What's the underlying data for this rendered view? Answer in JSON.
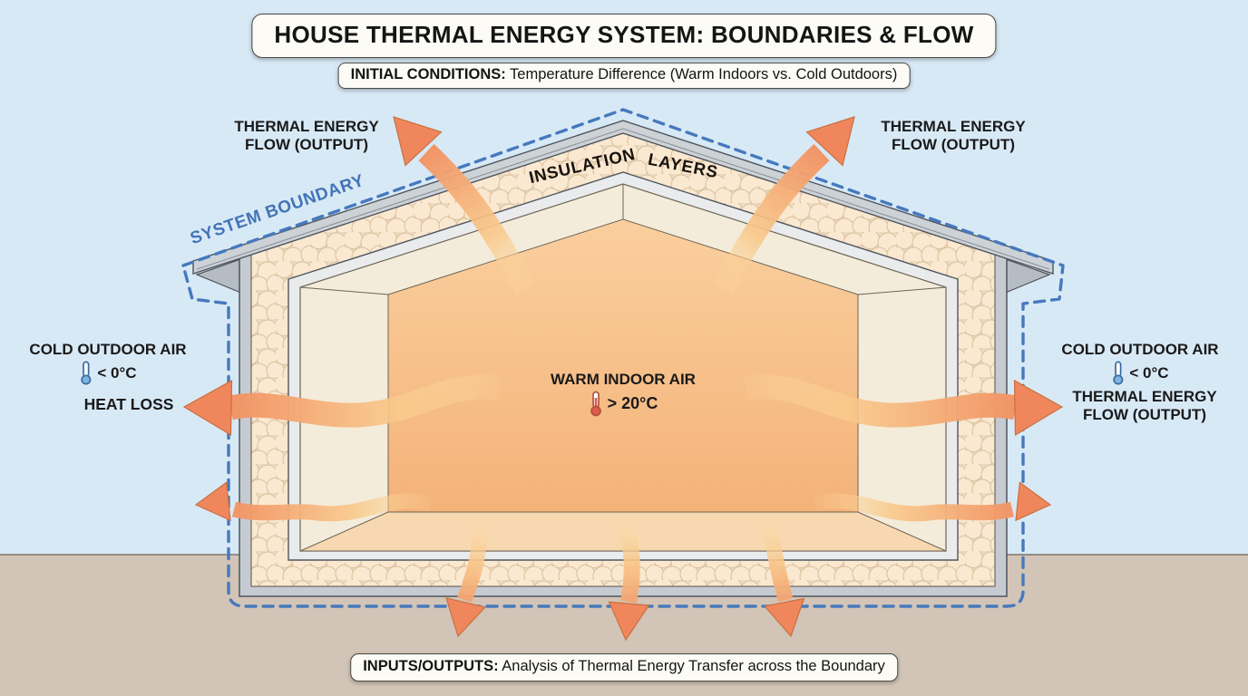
{
  "header": {
    "title": "HOUSE THERMAL ENERGY SYSTEM: BOUNDARIES & FLOW",
    "initial_conditions_label": "INITIAL CONDITIONS:",
    "initial_conditions_text": " Temperature Difference (Warm Indoors vs. Cold Outdoors)"
  },
  "footer": {
    "io_label": "INPUTS/OUTPUTS:",
    "io_text": " Analysis of Thermal Energy Transfer across the Boundary"
  },
  "diagram": {
    "system_boundary_label": "SYSTEM BOUNDARY",
    "insulation_label_word1": "INSULATION",
    "insulation_label_word2": "LAYERS",
    "thermal_flow_label_line1": "THERMAL ENERGY",
    "thermal_flow_label_line2": "FLOW (OUTPUT)",
    "cold_outdoor_label": "COLD OUTDOOR AIR",
    "cold_temperature": "< 0°C",
    "heat_loss_label": "HEAT LOSS",
    "warm_indoor_label": "WARM INDOOR AIR",
    "warm_temperature": "> 20°C"
  },
  "icons": {
    "cold_thermometer": "thermometer-cold-icon",
    "warm_thermometer": "thermometer-warm-icon"
  },
  "colors": {
    "sky": "#D8E9F6",
    "ground": "#D2C4B6",
    "boundary_dash": "#4679BE",
    "arrow_tail": "#FBD795",
    "arrow_head": "#F0875C",
    "warm_wall": "#F6BC84",
    "insulation_base": "#EBDCC0",
    "roof_gray": "#CDD2D7",
    "label_text": "#1A1A1A",
    "boundary_text": "#4374B8"
  }
}
